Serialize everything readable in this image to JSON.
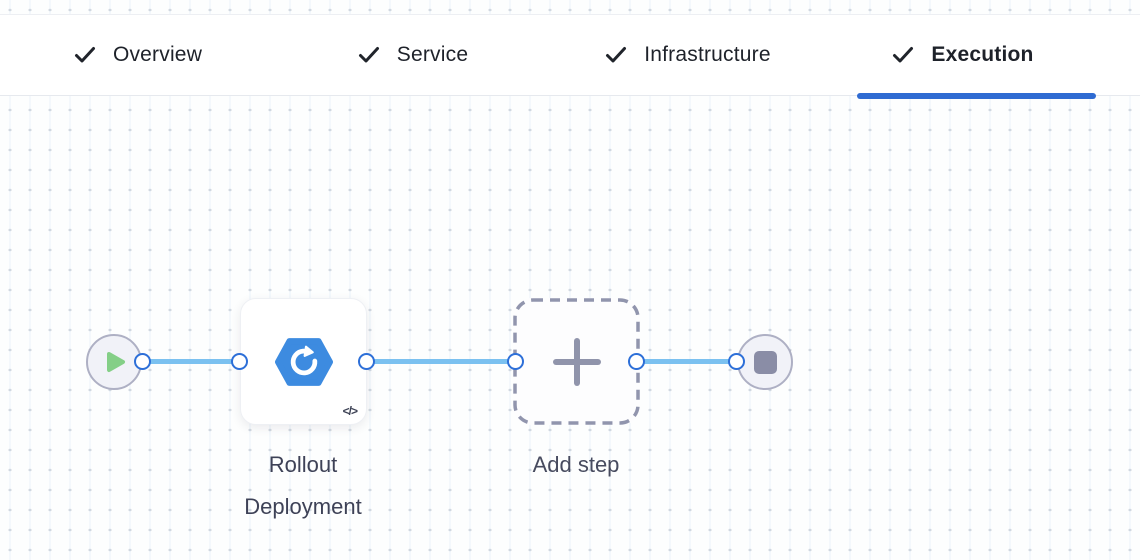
{
  "tabs": {
    "items": [
      {
        "label": "Overview",
        "checked": true,
        "active": false
      },
      {
        "label": "Service",
        "checked": true,
        "active": false
      },
      {
        "label": "Infrastructure",
        "checked": true,
        "active": false
      },
      {
        "label": "Execution",
        "checked": true,
        "active": true
      }
    ]
  },
  "pipeline": {
    "start_node": {
      "icon": "play-icon"
    },
    "steps": [
      {
        "name": "Rollout Deployment",
        "icon": "rollout-deployment-hexagon-icon",
        "badge_icon": "code-icon",
        "badge_glyph": "</>"
      },
      {
        "name": "Add step",
        "icon": "plus-icon"
      }
    ],
    "end_node": {
      "icon": "stop-icon"
    }
  },
  "colors": {
    "active_tab_underline": "#2f6bd2",
    "edge_blue": "#7bc1f0",
    "port_ring_blue": "#2d6fd8",
    "play_green": "#84cf87",
    "stop_gray": "#8a8da6",
    "hexagon_blue": "#3d8be0",
    "dashed_border_gray": "#9195ad",
    "node_fill": "#f1f2f8",
    "node_border": "#aeb0c4"
  }
}
